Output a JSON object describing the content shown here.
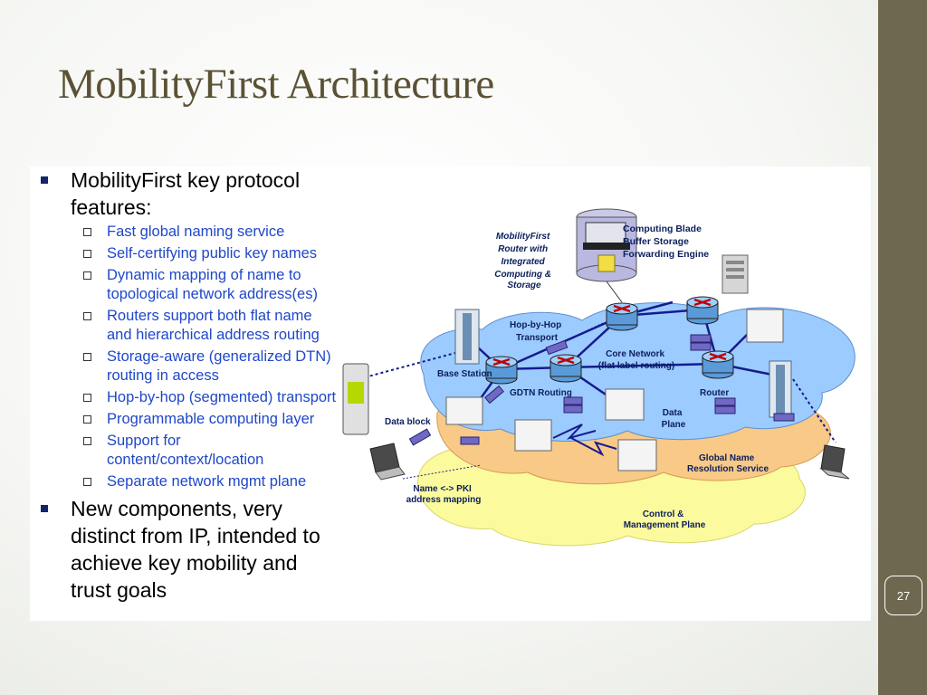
{
  "slide": {
    "title": "MobilityFirst Architecture",
    "page_number": "27"
  },
  "bullets": [
    {
      "text": "MobilityFirst key protocol features:",
      "line1": "MobilityFirst key protocol",
      "line2": "features:",
      "subitems": [
        {
          "line1": "Fast global naming service",
          "line2": ""
        },
        {
          "line1": "Self-certifying public key names",
          "line2": ""
        },
        {
          "line1": "Dynamic mapping of name to",
          "line2": "topological network address(es)"
        },
        {
          "line1": "Routers support both flat name",
          "line2": "and hierarchical address routing"
        },
        {
          "line1": "Storage-aware (generalized DTN)",
          "line2": "routing in access"
        },
        {
          "line1": "Hop-by-hop (segmented) transport",
          "line2": ""
        },
        {
          "line1": "Programmable computing layer",
          "line2": ""
        },
        {
          "line1": "Support for",
          "line2": "content/context/location"
        },
        {
          "line1": "Separate network mgmt plane",
          "line2": ""
        }
      ]
    },
    {
      "line1": "New components, very",
      "line2": "distinct from IP, intended to",
      "line3": "achieve key mobility and",
      "line4": "trust goals"
    }
  ],
  "diagram": {
    "router_caption": [
      "MobilityFirst",
      "Router with",
      "Integrated",
      "Computing &",
      "Storage"
    ],
    "blade_caption": [
      "Computing Blade",
      "Buffer Storage",
      "Forwarding Engine"
    ],
    "hop_by_hop": [
      "Hop-by-Hop",
      "Transport"
    ],
    "core_network": [
      "Core Network",
      "(flat label routing)"
    ],
    "base_station": "Base Station",
    "gdtn_routing": "GDTN Routing",
    "router": "Router",
    "data_plane": [
      "Data",
      "Plane"
    ],
    "data_block": "Data block",
    "gnrs": [
      "Global Name",
      "Resolution Service"
    ],
    "name_pki": [
      "Name <-> PKI",
      "address mapping"
    ],
    "control_plane": [
      "Control &",
      "Management Plane"
    ],
    "colors": {
      "core_cloud": "#9ccbff",
      "gnrs_cloud": "#f8c987",
      "control_cloud": "#fbfb9e",
      "link": "#161b8f",
      "data_block": "#6f68c4"
    }
  }
}
